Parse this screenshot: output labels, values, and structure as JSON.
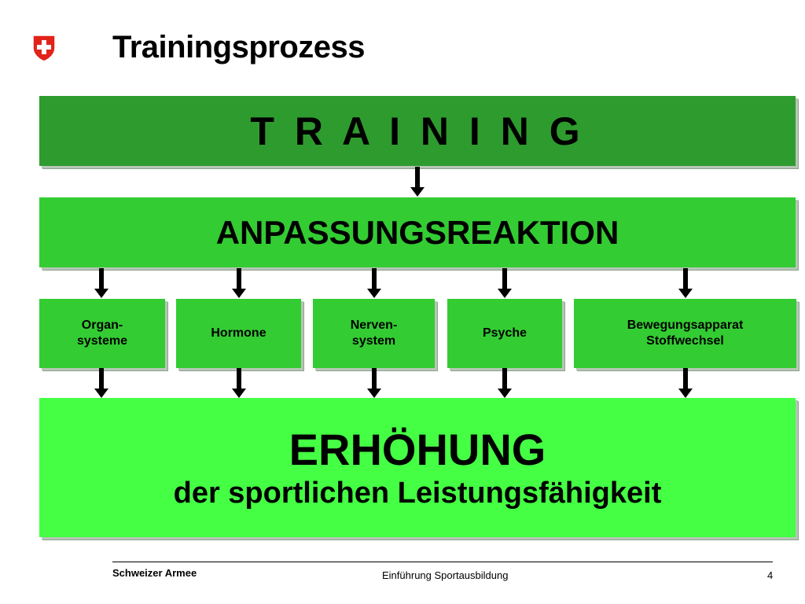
{
  "header": {
    "logo_icon": "swiss-cross-shield-icon",
    "title": "Trainingsprozess"
  },
  "colors": {
    "training_box": "#2e9b2e",
    "anpassung_box": "#33cc33",
    "factor_box": "#33cc33",
    "erhoehung_box": "#44ff44",
    "logo_red": "#e2231a"
  },
  "diagram": {
    "training": "T R A I N I N G",
    "anpassung": "ANPASSUNGSREAKTION",
    "factors": [
      {
        "lines": [
          "Organ-",
          "systeme"
        ]
      },
      {
        "lines": [
          "Hormone"
        ]
      },
      {
        "lines": [
          "Nerven-",
          "system"
        ]
      },
      {
        "lines": [
          "Psyche"
        ]
      },
      {
        "lines": [
          "Bewegungsapparat",
          "Stoffwechsel"
        ]
      }
    ],
    "result_main": "ERHÖHUNG",
    "result_sub": "der sportlichen Leistungsfähigkeit"
  },
  "footer": {
    "organization": "Schweizer Armee",
    "course": "Einführung Sportausbildung",
    "page": "4"
  }
}
